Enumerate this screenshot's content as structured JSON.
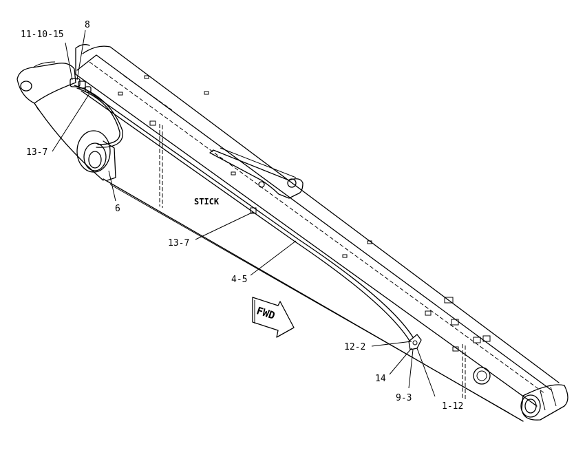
{
  "callouts": {
    "c1": "11-10-15",
    "c2": "8",
    "c3": "13-7",
    "c4": "6",
    "c5": "13-7",
    "c6": "4-5",
    "c7": "12-2",
    "c8": "14",
    "c9": "9-3",
    "c10": "1-12"
  },
  "part_label": "STICK",
  "direction_arrow": "FWD"
}
